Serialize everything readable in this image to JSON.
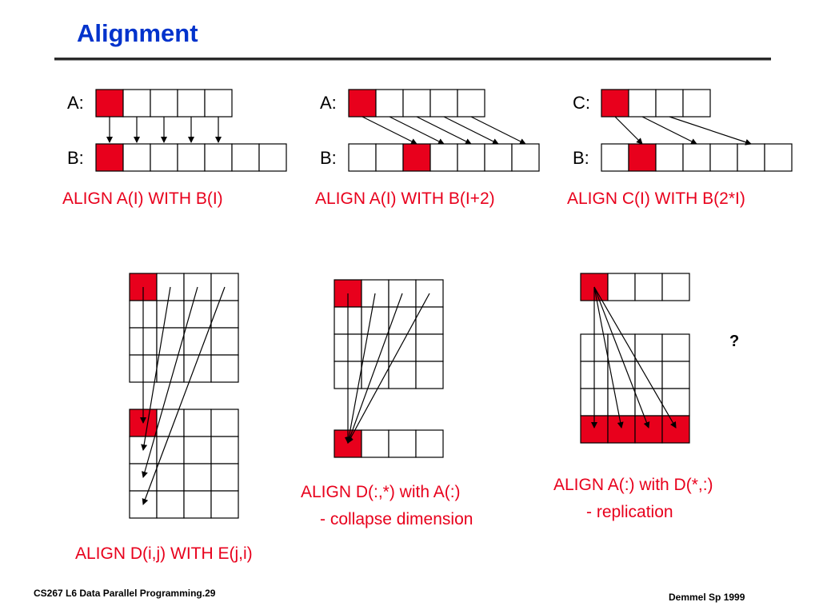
{
  "slide": {
    "title": "Alignment",
    "question_mark": "?",
    "footer_left": "CS267  L6 Data Parallel Programming.29",
    "footer_right": "Demmel Sp 1999"
  },
  "panels": {
    "p1": {
      "a_label": "A:",
      "b_label": "B:",
      "caption": "ALIGN A(I) WITH B(I)"
    },
    "p2": {
      "a_label": "A:",
      "b_label": "B:",
      "caption": "ALIGN A(I) WITH B(I+2)"
    },
    "p3": {
      "a_label": "C:",
      "b_label": "B:",
      "caption": "ALIGN C(I) WITH B(2*I)"
    },
    "p4": {
      "caption": "ALIGN D(i,j) WITH E(j,i)"
    },
    "p5": {
      "caption_line1": "ALIGN D(:,*) with A(:)",
      "caption_line2": "- collapse dimension"
    },
    "p6": {
      "caption_line1": "ALIGN A(:) with D(*,:)",
      "caption_line2": "- replication"
    }
  },
  "colors": {
    "highlight": "#e8001c",
    "caption": "#e8001c",
    "title": "#0033cc"
  }
}
